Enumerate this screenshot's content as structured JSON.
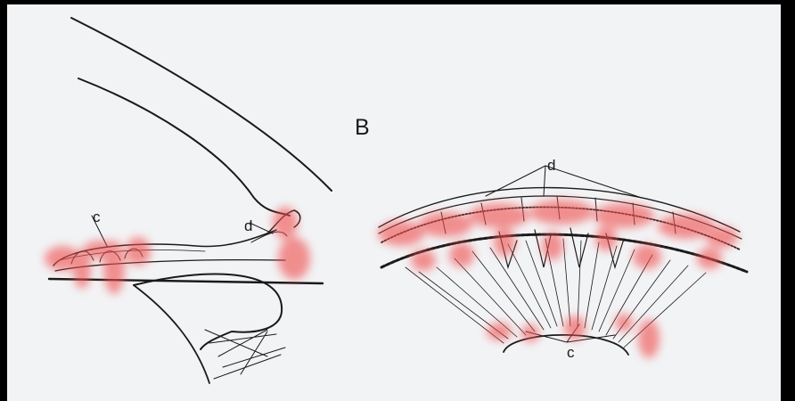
{
  "figure": {
    "panel_label": "B",
    "labels": {
      "left_c": "c",
      "left_d": "d",
      "right_d": "d",
      "right_c": "c"
    }
  },
  "colors": {
    "page": "#f2f3f5",
    "frame": "#000000",
    "ink": "#1a1a1a",
    "highlight": "#f05050"
  }
}
